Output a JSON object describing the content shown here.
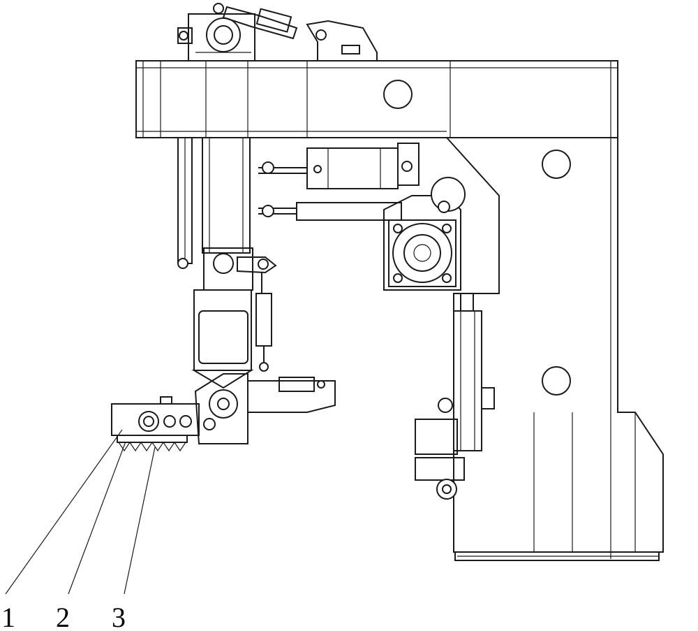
{
  "figure": {
    "callouts": [
      {
        "label": "1"
      },
      {
        "label": "2"
      },
      {
        "label": "3"
      }
    ]
  }
}
